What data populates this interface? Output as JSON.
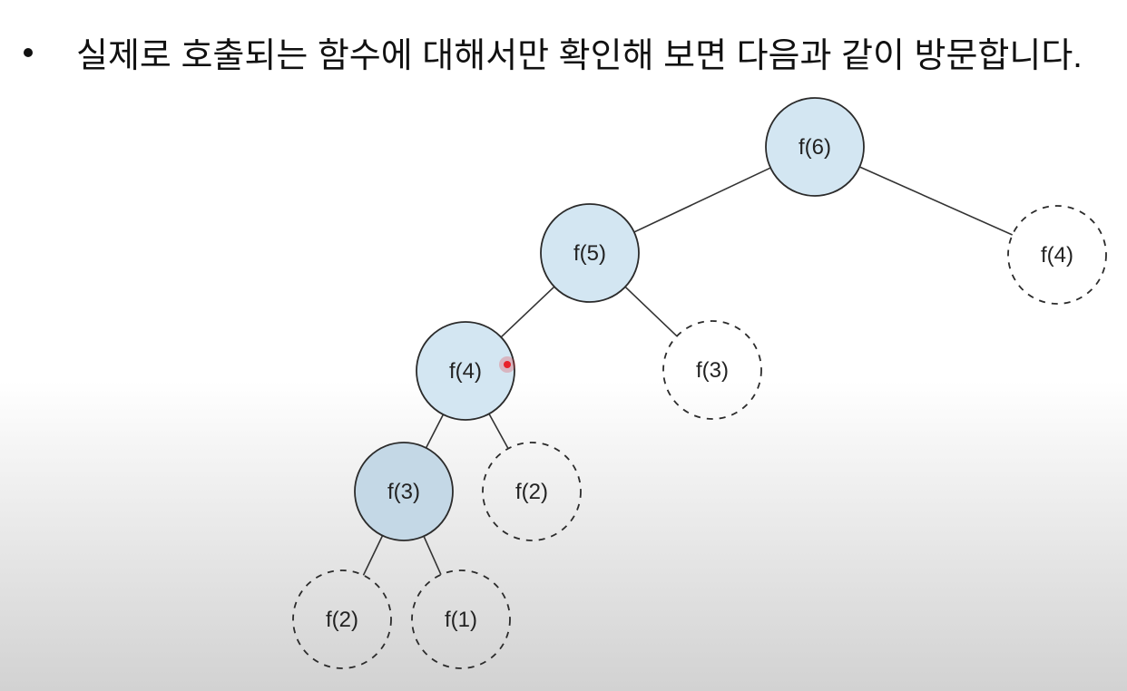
{
  "slide": {
    "bullet_text": "실제로 호출되는 함수에 대해서만 확인해 보면 다음과 같이 방문합니다."
  },
  "tree": {
    "colors": {
      "visited_fill": "#d3e6f2",
      "visited_fill_dark": "#c4d8e6",
      "stroke": "#2b2b2b",
      "edge": "#333333",
      "cursor": "#e8222a"
    },
    "nodes": [
      {
        "id": "n6",
        "label": "f(6)",
        "visited": true
      },
      {
        "id": "n5",
        "label": "f(5)",
        "visited": true
      },
      {
        "id": "n4r",
        "label": "f(4)",
        "visited": false
      },
      {
        "id": "n4",
        "label": "f(4)",
        "visited": true
      },
      {
        "id": "n3r",
        "label": "f(3)",
        "visited": false
      },
      {
        "id": "n3",
        "label": "f(3)",
        "visited": true
      },
      {
        "id": "n2r",
        "label": "f(2)",
        "visited": false
      },
      {
        "id": "n2",
        "label": "f(2)",
        "visited": false
      },
      {
        "id": "n1",
        "label": "f(1)",
        "visited": false
      }
    ],
    "edges": [
      [
        "n6",
        "n5"
      ],
      [
        "n6",
        "n4r"
      ],
      [
        "n5",
        "n4"
      ],
      [
        "n5",
        "n3r"
      ],
      [
        "n4",
        "n3"
      ],
      [
        "n4",
        "n2r"
      ],
      [
        "n3",
        "n2"
      ],
      [
        "n3",
        "n1"
      ]
    ]
  }
}
